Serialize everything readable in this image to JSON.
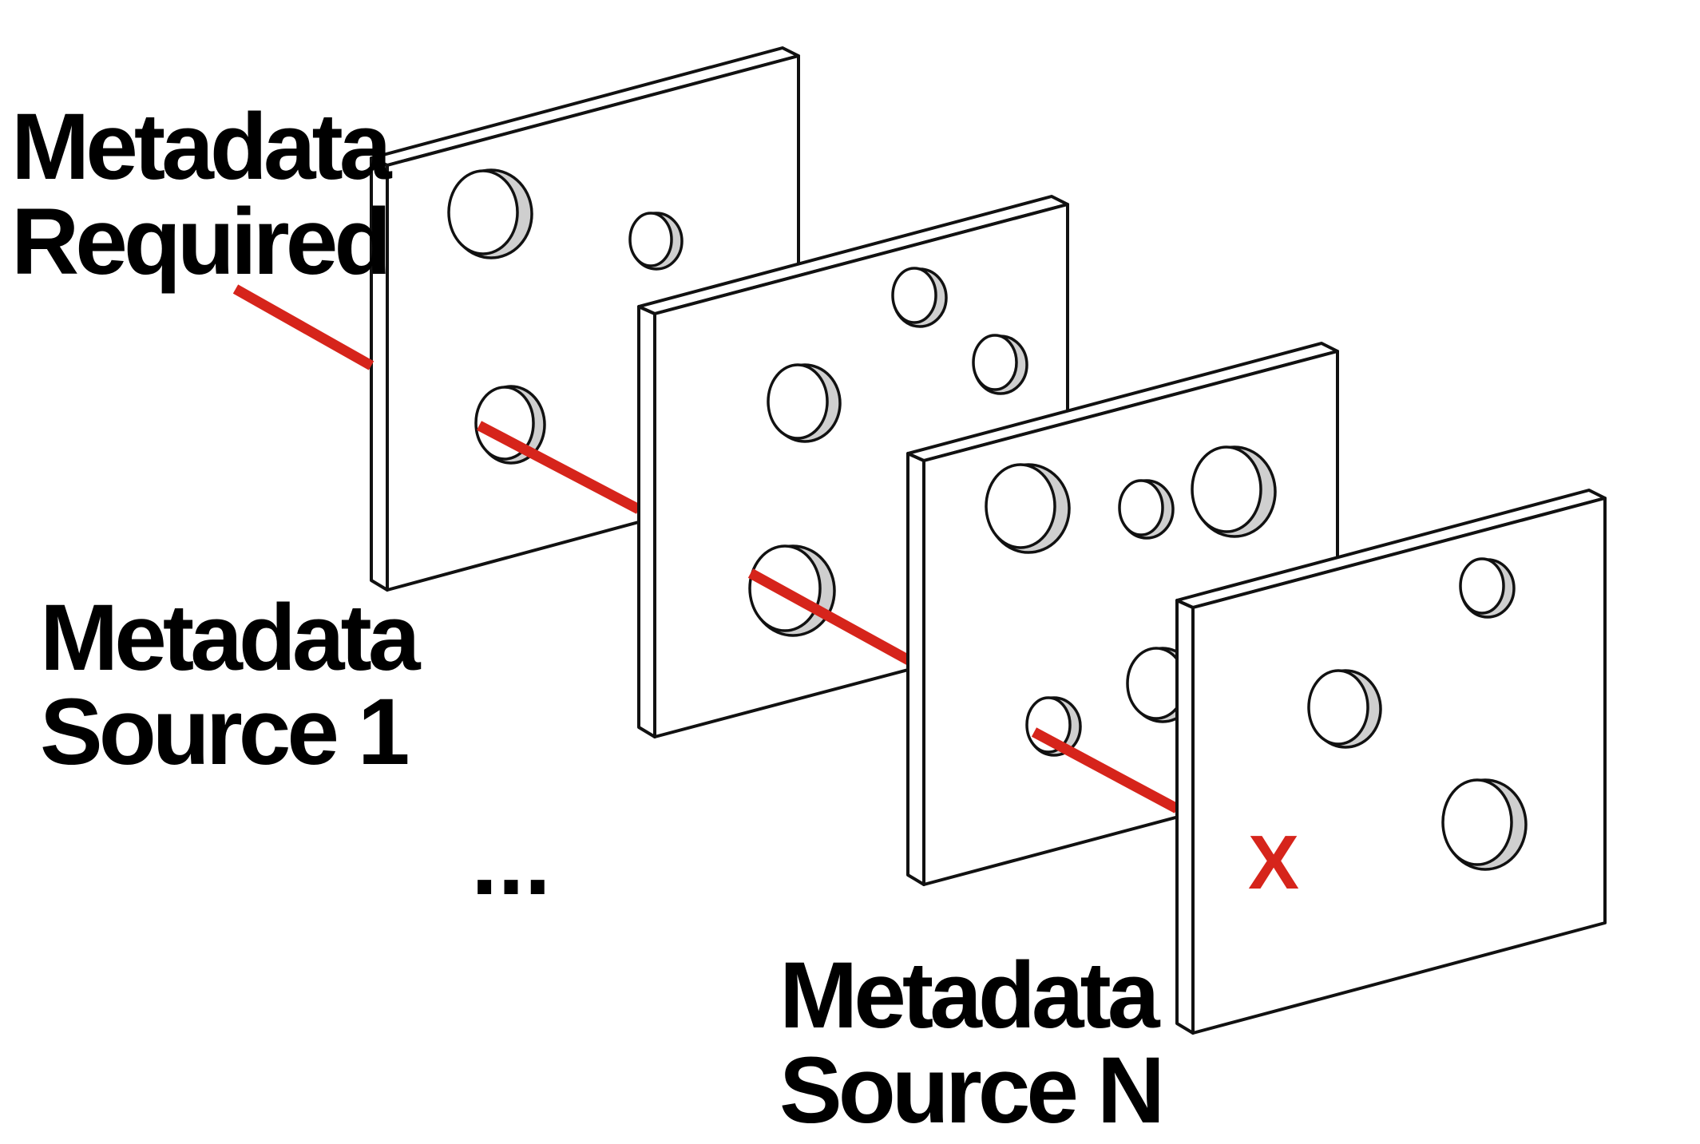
{
  "labels": {
    "required": [
      "Metadata",
      "Required"
    ],
    "source_1": [
      "Metadata",
      "Source 1"
    ],
    "ellipsis": "...",
    "source_n": [
      "Metadata",
      "Source N"
    ],
    "blocked": "X"
  },
  "colors": {
    "ray": "#d6241b",
    "x_mark": "#d6241b",
    "hole_shadow": "#cfcfcf",
    "outline": "#111111"
  }
}
